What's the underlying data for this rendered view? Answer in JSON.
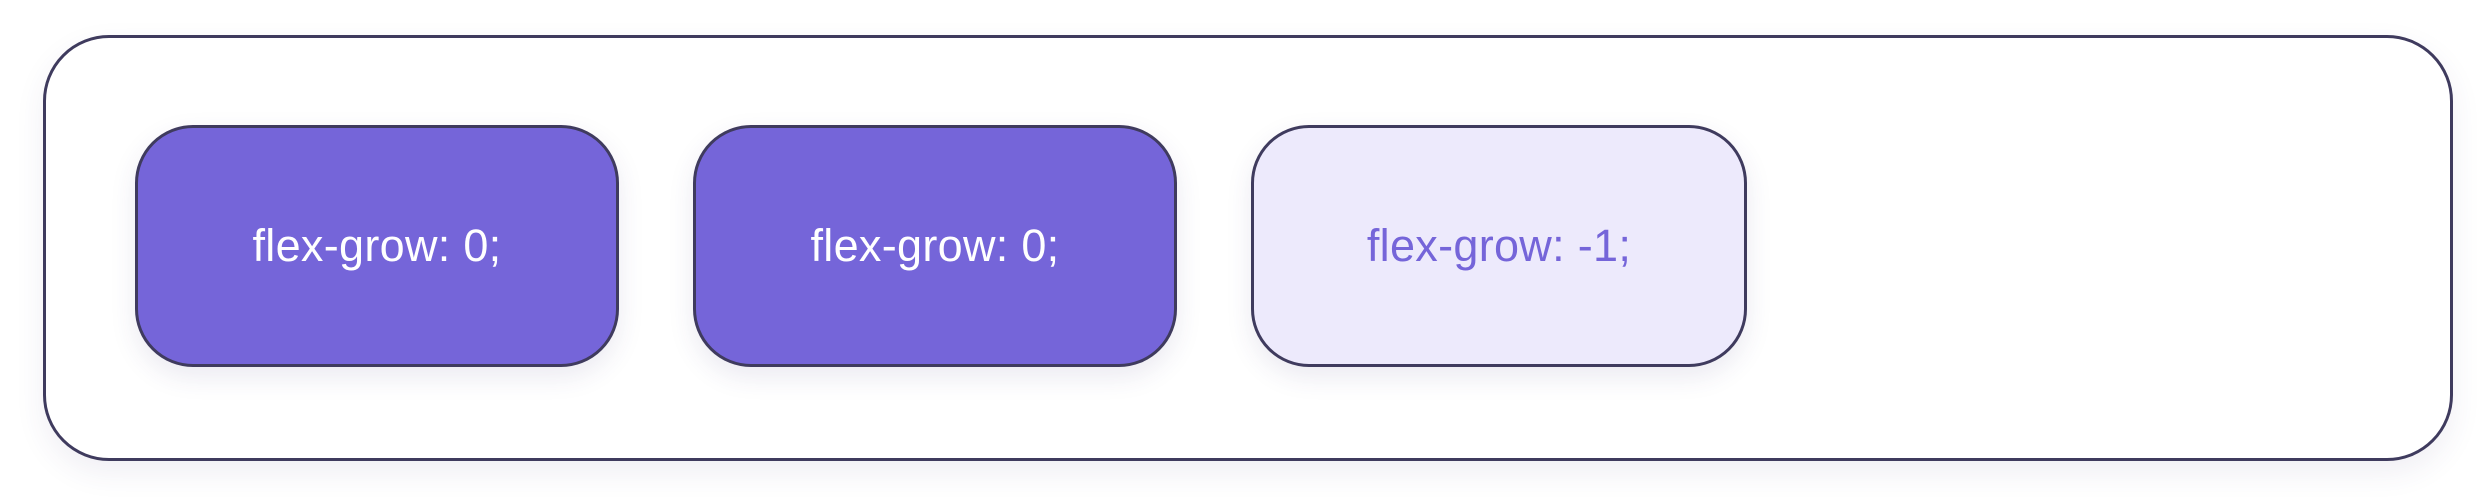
{
  "items": [
    {
      "label": "flex-grow: 0;",
      "variant": "filled"
    },
    {
      "label": "flex-grow: 0;",
      "variant": "filled"
    },
    {
      "label": "flex-grow: -1;",
      "variant": "outline"
    }
  ],
  "colors": {
    "accent": "#7565d9",
    "accent_light": "#edeafc",
    "border": "#3f3b5e",
    "text_on_accent": "#ffffff"
  }
}
